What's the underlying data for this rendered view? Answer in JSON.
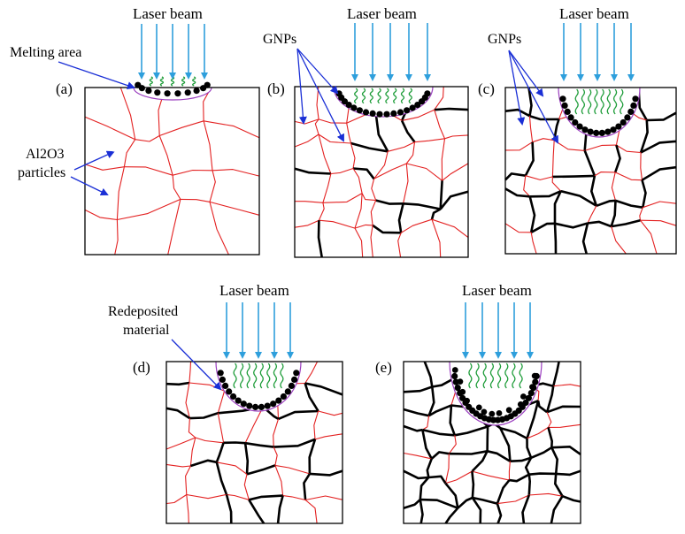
{
  "beam_label": "Laser beam",
  "annotations": {
    "melting_area": "Melting area",
    "gnps": "GNPs",
    "al2o3_line1": "Al2O3",
    "al2o3_line2": "particles",
    "redeposited_line1": "Redeposited",
    "redeposited_line2": "material"
  },
  "panels": [
    {
      "id": "a",
      "label": "(a)"
    },
    {
      "id": "b",
      "label": "(b)"
    },
    {
      "id": "c",
      "label": "(c)"
    },
    {
      "id": "d",
      "label": "(d)"
    },
    {
      "id": "e",
      "label": "(e)"
    }
  ],
  "colors": {
    "beam": "#2e9fdc",
    "grain_boundary": "#e32020",
    "cracked_boundary": "#000000",
    "annotation_arrow": "#1a2fd6",
    "vapour": "#1f9d3a",
    "melt_outline": "#9b3fbf",
    "gnp": "#000000"
  }
}
